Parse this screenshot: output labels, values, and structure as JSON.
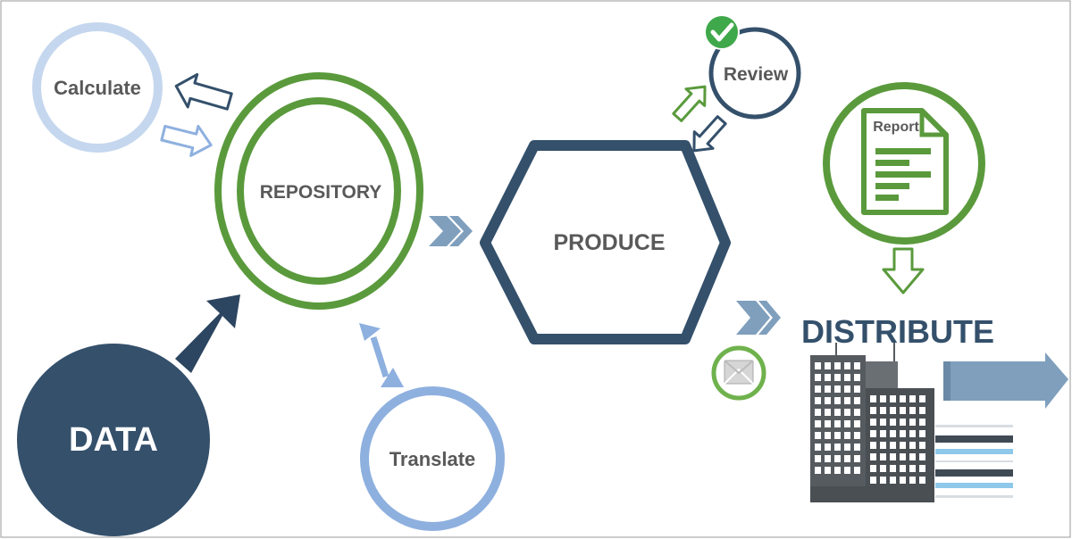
{
  "nodes": {
    "calculate": "Calculate",
    "repository": "REPOSITORY",
    "translate": "Translate",
    "data": "DATA",
    "produce": "PRODUCE",
    "review": "Review",
    "report": "Report",
    "distribute": "DISTRIBUTE"
  },
  "colors": {
    "navy": "#34506b",
    "green": "#5a9a3c",
    "light_blue": "#c5d7ee",
    "mid_blue": "#8eb0df",
    "steel": "#7f9fbd",
    "text_gray": "#595959"
  },
  "icons": [
    "check-icon",
    "report-document-icon",
    "envelope-icon",
    "building-icon",
    "list-lines-icon"
  ]
}
